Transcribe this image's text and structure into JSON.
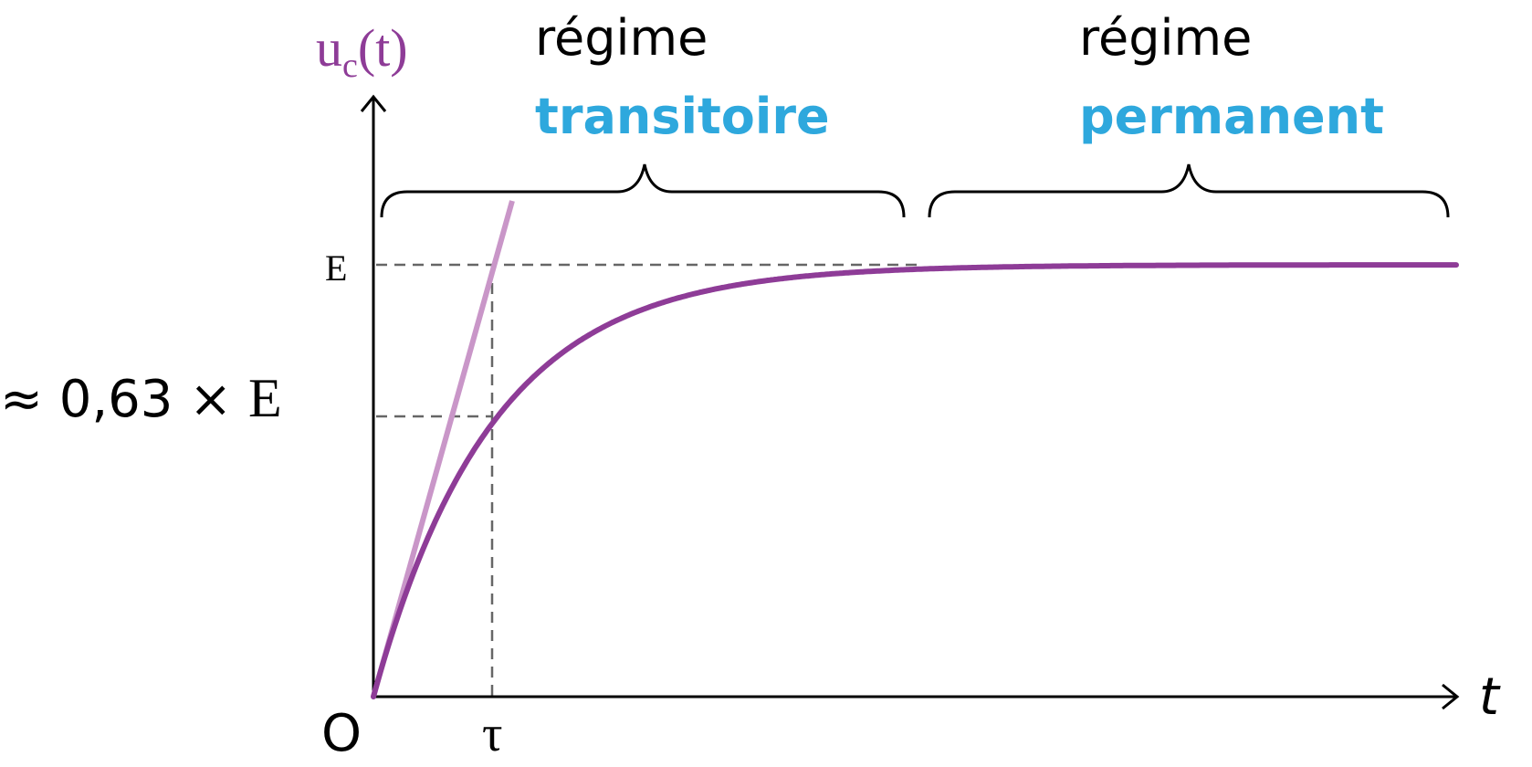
{
  "axes": {
    "y_label_main": "u",
    "y_label_sub": "c",
    "y_label_arg": "(t)",
    "x_label": "t",
    "origin_label": "O"
  },
  "markers": {
    "E_label": "E",
    "fraction_label_prefix": "≈ 0,63 × ",
    "fraction_label_E": "E",
    "tau_label": "τ"
  },
  "regions": {
    "transitoire": {
      "word1": "régime",
      "word2": "transitoire"
    },
    "permanent": {
      "word1": "régime",
      "word2": "permanent"
    }
  },
  "colors": {
    "curve": "#8e3c97",
    "tangent": "#c996c8",
    "y_label": "#8e3c97",
    "highlight": "#2ea8dd",
    "axis": "#000000",
    "dashed": "#666666"
  },
  "chart_data": {
    "type": "line",
    "function": "E × (1 − e^(−t/τ))",
    "series": [
      {
        "name": "",
        "description": "u_c(t) charging curve"
      }
    ],
    "key_points": [
      {
        "t": "0",
        "value": "0"
      },
      {
        "t": "τ",
        "value": "≈ 0,63 × E"
      },
      {
        "t": "∞",
        "value": "E"
      }
    ],
    "xlabel": "t",
    "ylabel": "uc(t)"
  }
}
